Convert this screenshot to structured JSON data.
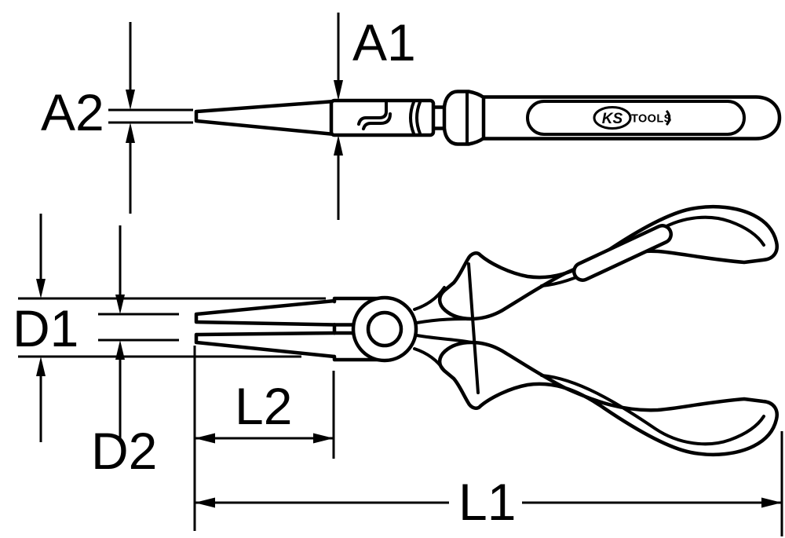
{
  "drawing": {
    "description": "Technical dimensional drawing of long flat nose pliers, side view and top view",
    "background_color": "#ffffff",
    "line_color": "#000000",
    "side_view": {
      "labels": {
        "a1": "A1",
        "a2": "A2"
      },
      "logo": {
        "ks": "KS",
        "tools": "TOOLS"
      }
    },
    "top_view": {
      "labels": {
        "d1": "D1",
        "d2": "D2",
        "l1": "L1",
        "l2": "L2"
      }
    }
  }
}
